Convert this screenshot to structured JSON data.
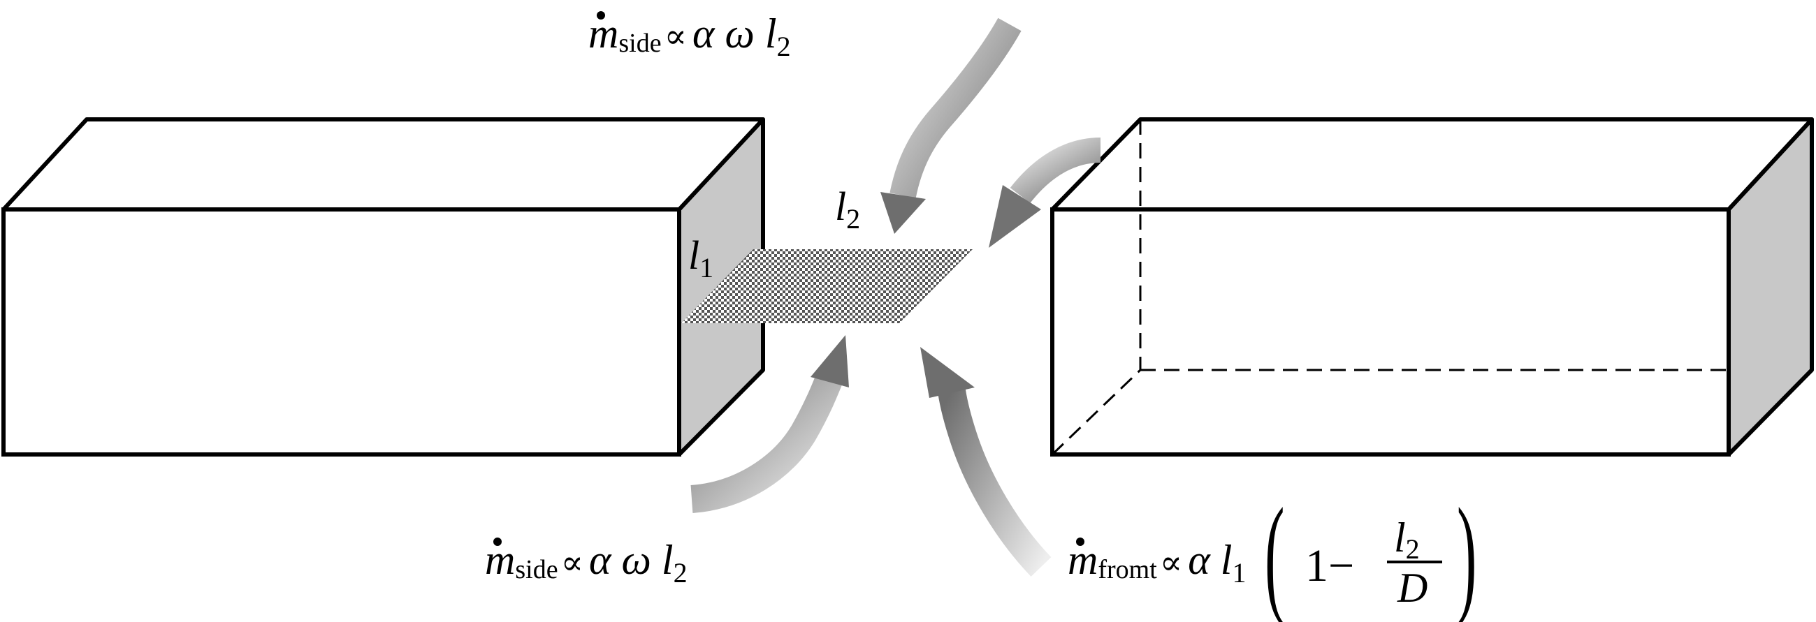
{
  "colors": {
    "face_shade": "#c8c8c8",
    "arrow": "#8a8a8a",
    "stroke": "#000000"
  },
  "labels": {
    "l1": {
      "sym": "l",
      "sub": "1"
    },
    "l2": {
      "sym": "l",
      "sub": "2"
    }
  },
  "formulas": {
    "side_top": {
      "m": "m",
      "sub": "side",
      "rel": "∝",
      "rhs": "α ω l",
      "rhs_sub": "2"
    },
    "side_bottom": {
      "m": "m",
      "sub": "side",
      "rel": "∝",
      "rhs": "α ω l",
      "rhs_sub": "2"
    },
    "front": {
      "m": "m",
      "sub": "fromt",
      "rel": "∝",
      "rhs": "α l",
      "rhs_sub": "1",
      "one_minus": "1−",
      "num": "l",
      "num_sub": "2",
      "den": "D",
      "lparen": "(",
      "rparen": ")"
    }
  }
}
